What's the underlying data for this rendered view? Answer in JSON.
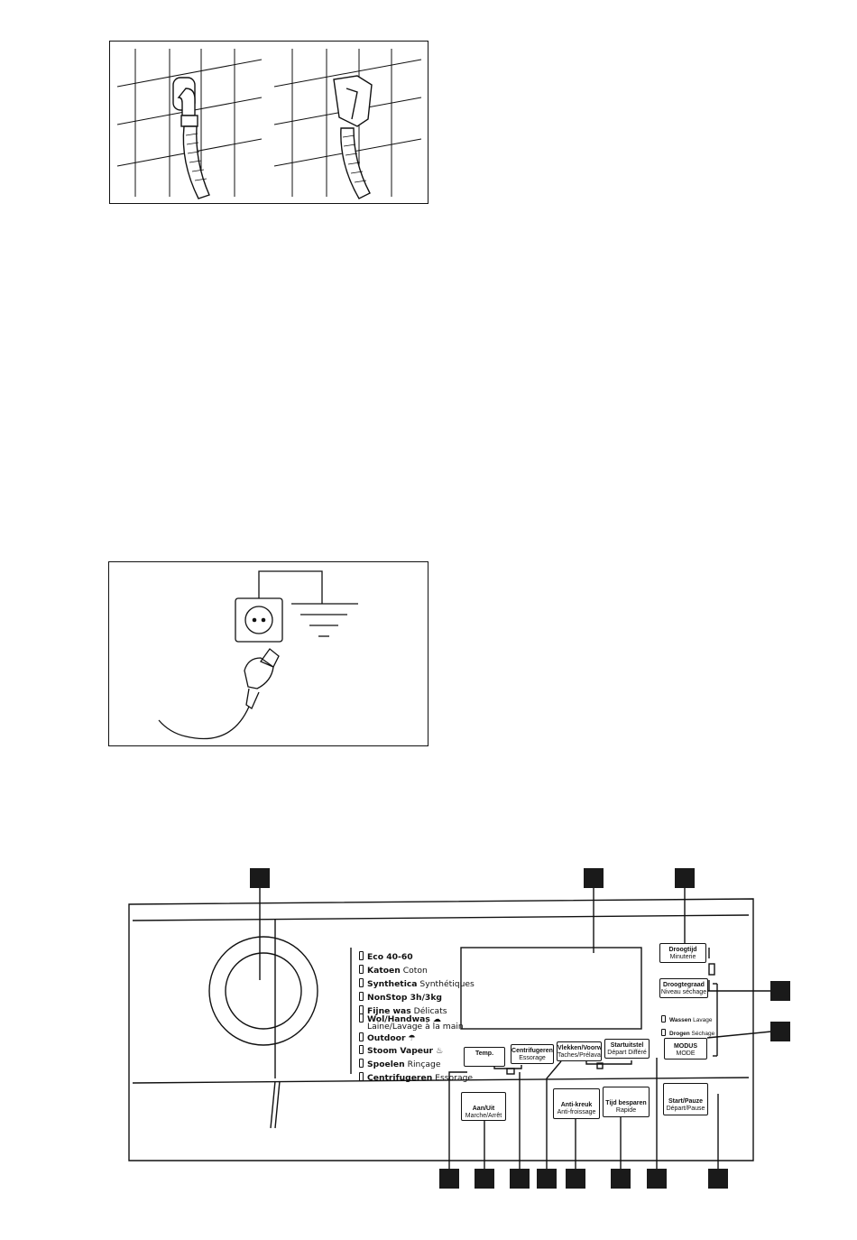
{
  "panel": {
    "programmes": [
      {
        "bold": "Eco 40-60",
        "normal": ""
      },
      {
        "bold": "Katoen",
        "normal": " Coton"
      },
      {
        "bold": "Synthetica",
        "normal": " Synthétiques"
      },
      {
        "bold": "NonStop 3h/3kg",
        "normal": ""
      },
      {
        "bold": "Fijne was",
        "normal": " Délicats"
      },
      {
        "bold": "Wol/Handwas",
        "normal": ""
      },
      {
        "bold": "",
        "normal": "Laine/Lavage à la main"
      },
      {
        "bold": "Outdoor",
        "normal": ""
      },
      {
        "bold": "Stoom Vapeur",
        "normal": ""
      },
      {
        "bold": "Spoelen",
        "normal": " Rinçage"
      },
      {
        "bold": "Centrifugeren",
        "normal": " Essorage"
      }
    ],
    "buttons": {
      "temp": {
        "nl": "Temp.",
        "fr": ""
      },
      "spin": {
        "nl": "Centrifugeren",
        "fr": "Essorage"
      },
      "stain": {
        "nl": "Vlekken/Voorwas",
        "fr": "Taches/Prélavage"
      },
      "delay": {
        "nl": "Startuitstel",
        "fr": "Départ Différé"
      },
      "onoff": {
        "nl": "Aan/Uit",
        "fr": "Marche/Arrêt"
      },
      "anticrease": {
        "nl": "Anti-kreuk",
        "fr": "Anti-froissage"
      },
      "timesave": {
        "nl": "Tijd besparen",
        "fr": "Rapide"
      },
      "startpause": {
        "nl": "Start/Pauze",
        "fr": "Départ/Pause"
      },
      "drytime": {
        "nl": "Droogtijd",
        "fr": "Minuterie"
      },
      "drylevel": {
        "nl": "Droogtegraad",
        "fr": "Niveau séchage"
      },
      "mode": {
        "nl": "MODUS",
        "fr": "MODE"
      }
    },
    "mode_states": [
      {
        "bold": "Wassen",
        "normal": " Lavage"
      },
      {
        "bold": "Drogen",
        "normal": " Séchage"
      }
    ]
  }
}
